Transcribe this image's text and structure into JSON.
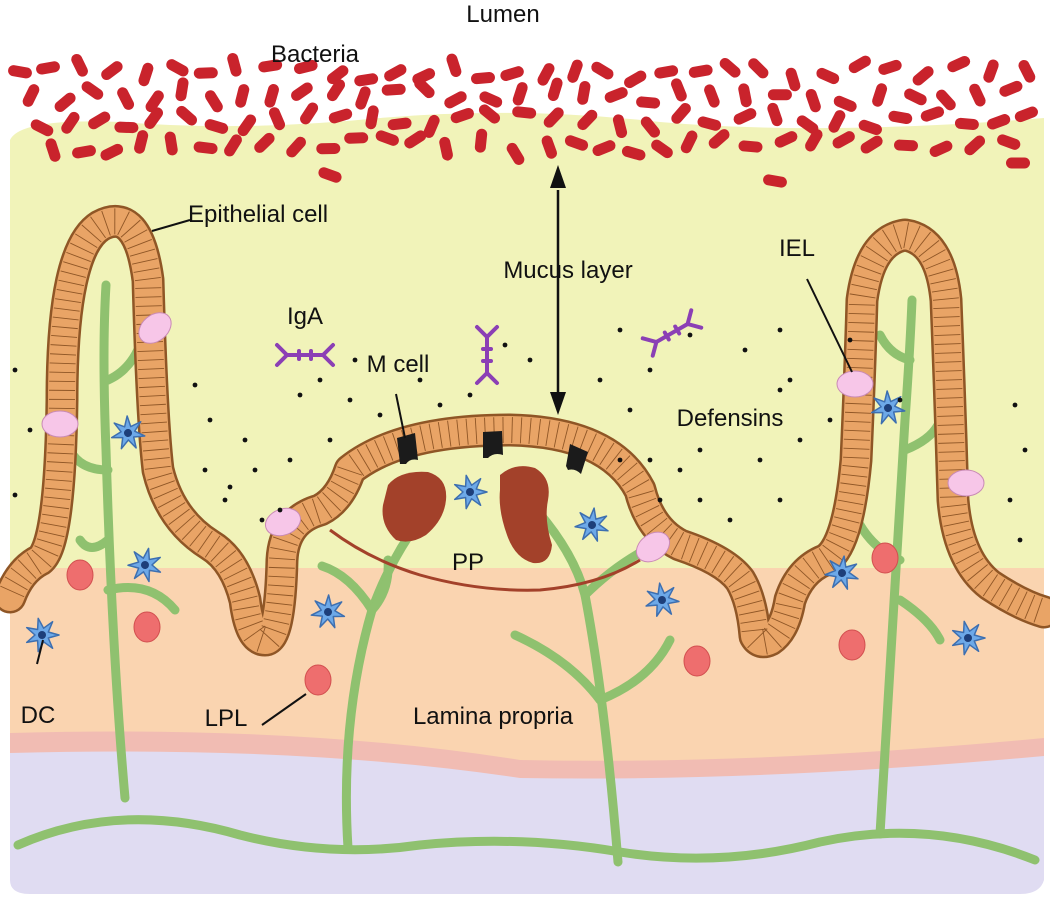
{
  "labels": {
    "lumen": "Lumen",
    "bacteria": "Bacteria",
    "epithelial_cell": "Epithelial cell",
    "mucus_layer": "Mucus layer",
    "iga": "IgA",
    "iel": "IEL",
    "m_cell": "M cell",
    "defensins": "Defensins",
    "pp": "PP",
    "dc": "DC",
    "lpl": "LPL",
    "lamina_propria": "Lamina propria"
  },
  "colors": {
    "mucus": "#f1f3b9",
    "lamina_propria": "#fad4b0",
    "submucosa_band": "#f1bcb3",
    "base_layer": "#e0dcf2",
    "epithelium_fill": "#e9a466",
    "epithelium_outline": "#8f5626",
    "bacteria": "#c9232c",
    "iga": "#8b3fb5",
    "dendritic_cell": "#6da9e8",
    "lpl_cell": "#ee6e6e",
    "iel_cell": "#f7c6e8",
    "pp_follicle": "#a3412a",
    "nerve": "#8fc16f"
  }
}
